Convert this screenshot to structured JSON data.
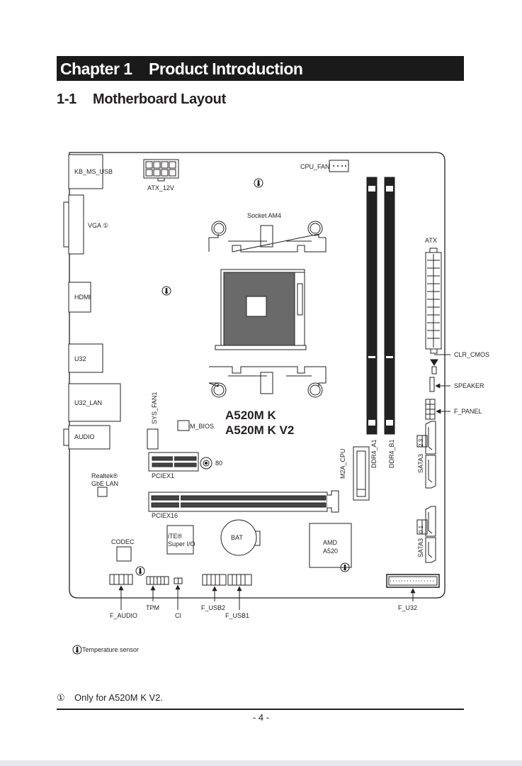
{
  "header": {
    "chapter": "Chapter 1",
    "title": "Product Introduction"
  },
  "section": {
    "number": "1-1",
    "title": "Motherboard Layout"
  },
  "board": {
    "model_line1": "A520M K",
    "model_line2": "A520M K V2",
    "labels": {
      "kb_ms_usb": "KB_MS_USB",
      "atx_12v": "ATX_12V",
      "cpu_fan": "CPU_FAN",
      "vga": "VGA ①",
      "socket": "Socket AM4",
      "atx": "ATX",
      "hdmi": "HDMI",
      "u32": "U32",
      "clr_cmos": "CLR_CMOS",
      "speaker": "SPEAKER",
      "u32_lan": "U32_LAN",
      "sys_fan1": "SYS_FAN1",
      "m_bios": "M_BIOS",
      "f_panel": "F_PANEL",
      "audio": "AUDIO",
      "pciex1": "PCIEX1",
      "port80": "80",
      "realtek1": "Realtek®",
      "realtek2": "GbE LAN",
      "m2a_cpu": "M2A_CPU",
      "ddr4_a1": "DDR4_A1",
      "ddr4_b1": "DDR4_B1",
      "sata3_23": "SATA3",
      "sata3_23_ports": "2 3",
      "pciex16": "PCIEX16",
      "ite1": "iTE®",
      "ite2": "Super I/O",
      "bat": "BAT",
      "amd1": "AMD",
      "amd2": "A520",
      "codec": "CODEC",
      "sata3_01": "SATA3",
      "sata3_01_ports": "0 1",
      "f_audio": "F_AUDIO",
      "tpm": "TPM",
      "ci": "CI",
      "f_usb2": "F_USB2",
      "f_usb1": "F_USB1",
      "f_u32": "F_U32"
    },
    "legend": "Temperature sensor"
  },
  "footnote": {
    "marker": "①",
    "text": "Only for A520M K V2."
  },
  "page_number": "- 4 -"
}
